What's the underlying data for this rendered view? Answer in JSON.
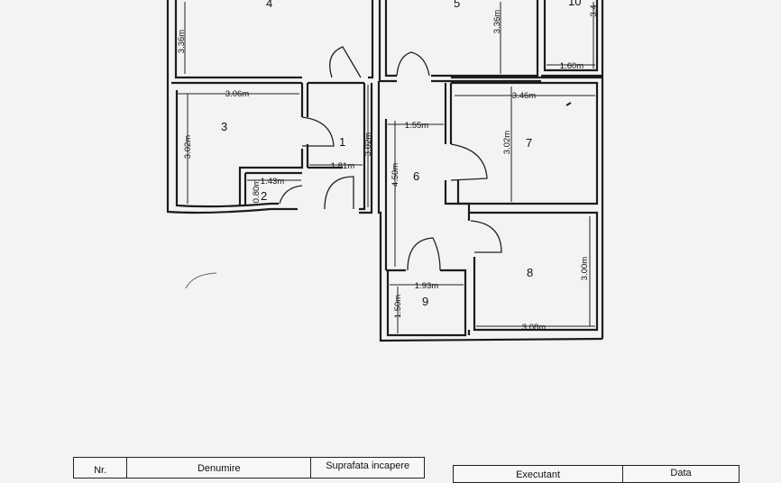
{
  "rooms": [
    {
      "id": "1",
      "label": "1"
    },
    {
      "id": "2",
      "label": "2"
    },
    {
      "id": "3",
      "label": "3"
    },
    {
      "id": "4",
      "label": "4"
    },
    {
      "id": "5",
      "label": "5"
    },
    {
      "id": "6",
      "label": "6"
    },
    {
      "id": "7",
      "label": "7"
    },
    {
      "id": "8",
      "label": "8"
    },
    {
      "id": "9",
      "label": "9"
    },
    {
      "id": "10",
      "label": "10"
    }
  ],
  "dimensions": {
    "room4_height": "3.36m",
    "room5_height": "3.36m",
    "room10_height": "3.4",
    "room10_width": "1.60m",
    "room3_width": "3.06m",
    "room3_height": "3.02m",
    "room1_width": "1.81m",
    "room1_height": "3.02m",
    "room2_width": "1.43m",
    "room2_height": "0.80m",
    "room6_width": "1.55m",
    "room6_height": "4.50m",
    "room7_width": "3.46m",
    "room7_height": "3.02m",
    "room8_width": "3.08m",
    "room8_height": "3.00m",
    "room9_width": "1.93m",
    "room9_height": "1.50m"
  },
  "legend_table": {
    "col_nr": "Nr.",
    "col_denumire": "Denumire",
    "col_suprafata": "Suprafata incapere"
  },
  "signoff_table": {
    "col_executant": "Executant",
    "col_data": "Data"
  }
}
